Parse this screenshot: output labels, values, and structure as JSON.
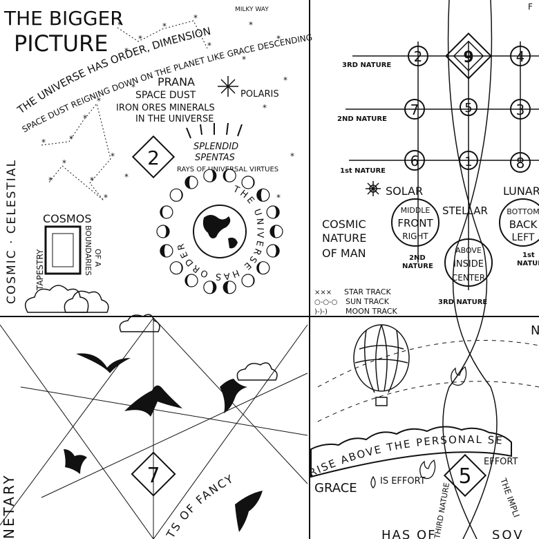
{
  "labels": {
    "title1": "THE BIGGER",
    "title2": "PICTURE",
    "milky_way": "MILKY WAY",
    "arc1": "THE UNIVERSE HAS ORDER, DIMENSION",
    "arc2": "SPACE DUST REIGNING DOWN ON THE PLANET LIKE GRACE DESCENDING",
    "prana": "PRANA",
    "space_dust": "SPACE DUST",
    "polaris": "POLARIS",
    "iron_ores": "IRON ORES MINERALS",
    "in_universe": "IN THE UNIVERSE",
    "splendid": "SPLENDID",
    "spentas": "SPENTAS",
    "rays": "RAYS OF UNIVERSAL VIRTUES",
    "cosmos": "COSMOS",
    "tapestry": "TAPESTRY",
    "of_a": "OF A",
    "boundaries": "BOUNDARIES",
    "cosmic_celestial": "COSMIC · CELESTIAL",
    "ring_text": "THE UNIVERSE HAS ORDER",
    "planetary": "NETARY",
    "cosmic_nature1": "COSMIC",
    "cosmic_nature2": "NATURE",
    "cosmic_nature3": "OF MAN",
    "solar": "SOLAR",
    "stellar": "STELLAR",
    "lunar": "LUNAR",
    "third_nature": "3RD NATURE",
    "second_nature": "2ND NATURE",
    "first_nature": "1st NATURE",
    "mfr1": "MIDDLE",
    "mfr2": "FRONT",
    "mfr3": "RIGHT",
    "bbl1": "BOTTOM",
    "bbl2": "BACK",
    "bbl3": "LEFT",
    "aic1": "ABOVE",
    "aic2": "INSIDE",
    "aic3": "CENTER",
    "second_nature_b": "2ND",
    "nature_b": "NATURE",
    "first_nature_b": "1st",
    "nature_c": "NATURE",
    "third_nature_b": "3RD NATURE",
    "star_track": "STAR TRACK",
    "sun_track": "SUN TRACK",
    "moon_track": "MOON TRACK",
    "rise_above": "RISE ABOVE THE PERSONAL SE",
    "of_fancy": "TS OF FANCY",
    "grace": "GRACE",
    "is_effort": "IS EFFORT",
    "effort": "EFFORT",
    "third_nature_v": "THIRD NATURE",
    "the_impl": "THE IMPLI",
    "has_of": "HAS OF",
    "sov": "SOV",
    "f_top": "F",
    "n_right": "N",
    "s_right": "SE"
  },
  "grid_numbers": {
    "n2": "2",
    "n9": "9",
    "n4": "4",
    "n7": "7",
    "n5": "5",
    "n3": "3",
    "n6": "6",
    "n1": "1",
    "n8": "8"
  },
  "diamonds": {
    "d_top_left": "2",
    "d_bottom_left": "7",
    "d_bottom_right": "5"
  }
}
